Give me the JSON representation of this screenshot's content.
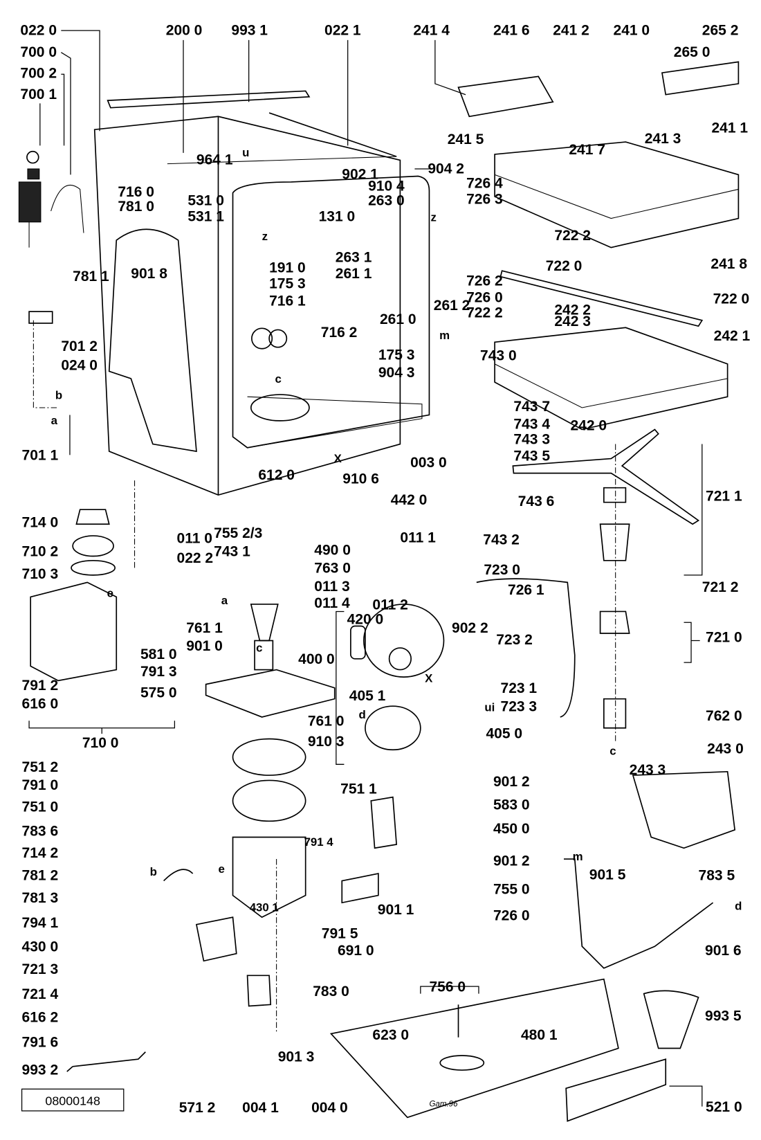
{
  "diagram": {
    "document_code": "08000148",
    "signature": "Gam.96",
    "labels": [
      "022 0",
      "700 0",
      "700 2",
      "700 1",
      "200 0",
      "993 1",
      "022 1",
      "241 4",
      "241 6",
      "241 2",
      "241 0",
      "265 2",
      "265 0",
      "964 1",
      "902 1",
      "904 2",
      "716 0",
      "531 0",
      "781 0",
      "531 1",
      "u",
      "910 4",
      "726 4",
      "263 0",
      "726 3",
      "241 3",
      "241 1",
      "241 7",
      "241 5",
      "131 0",
      "722 2",
      "z",
      "z",
      "191 0",
      "175 3",
      "901 8",
      "781 1",
      "263 1",
      "261 1",
      "722 0",
      "241 8",
      "722 0",
      "261 2",
      "726 2",
      "726 0",
      "261 0",
      "722 2",
      "716 1",
      "716 2",
      "242 2",
      "242 3",
      "242 1",
      "701 2",
      "024 0",
      "175 3",
      "904 3",
      "743 0",
      "c",
      "m",
      "743 7",
      "743 4",
      "743 3",
      "743 5",
      "b",
      "a",
      "701 1",
      "X",
      "003 0",
      "612 0",
      "910 6",
      "242 0",
      "442 0",
      "743 6",
      "721 1",
      "714 0",
      "755 2/3",
      "743 1",
      "011 0",
      "022 2",
      "490 0",
      "710 2",
      "710 3",
      "763 0",
      "011 3",
      "011 4",
      "011 1",
      "743 2",
      "723 0",
      "726 1",
      "721 2",
      "e",
      "a",
      "011 2",
      "902 2",
      "761 1",
      "581 0",
      "901 0",
      "420 0",
      "723 2",
      "721 0",
      "791 3",
      "400 0",
      "c",
      "791 2",
      "616 0",
      "575 0",
      "405 1",
      "X",
      "723 1",
      "723 3",
      "ui",
      "761 0",
      "910 3",
      "762 0",
      "d",
      "405 0",
      "710 0",
      "c",
      "751 2",
      "243 0",
      "243 3",
      "791 0",
      "751 1",
      "901 2",
      "751 0",
      "583 0",
      "783 6",
      "450 0",
      "791 4",
      "714 2",
      "901 2",
      "781 2",
      "b",
      "e",
      "781 3",
      "755 0",
      "m",
      "901 5",
      "783 5",
      "794 1",
      "430 1",
      "901 1",
      "726 0",
      "d",
      "430 0",
      "791 5",
      "691 0",
      "901 6",
      "721 3",
      "756 0",
      "783 0",
      "721 4",
      "616 2",
      "993 5",
      "623 0",
      "480 1",
      "791 6",
      "901 3",
      "993 2",
      "571 2",
      "004 1",
      "004 0",
      "521 0"
    ]
  }
}
